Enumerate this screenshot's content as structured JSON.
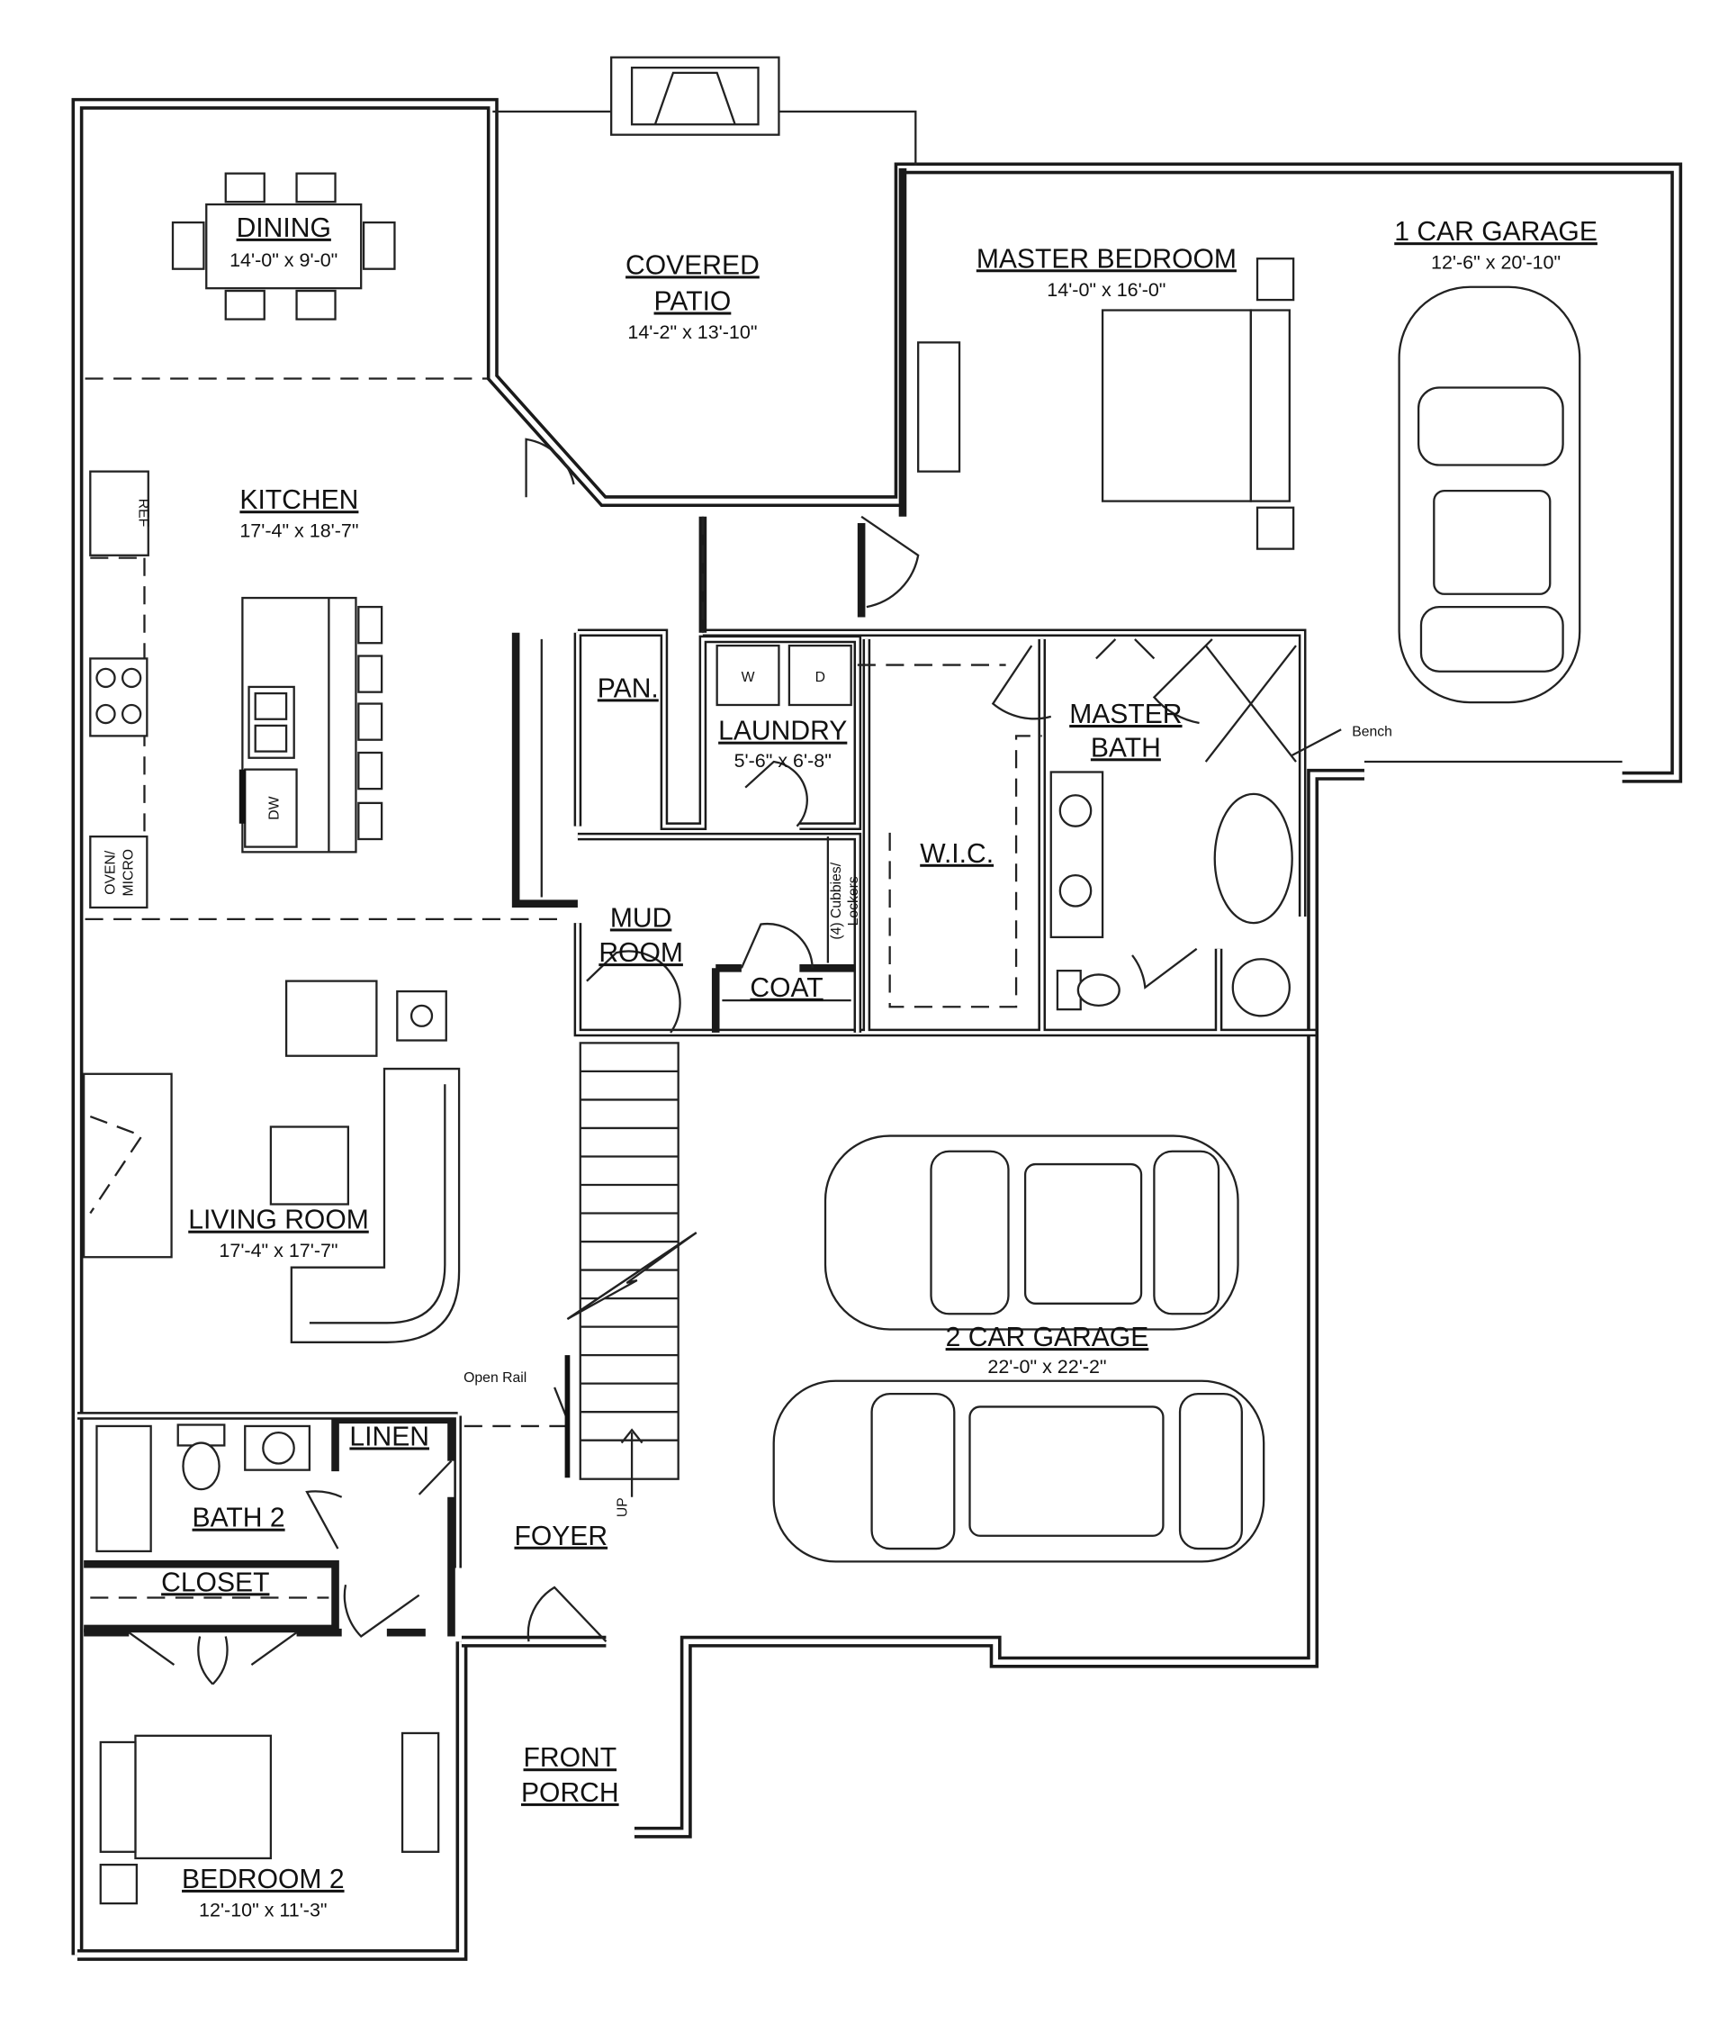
{
  "rooms": {
    "dining": {
      "name": "DINING",
      "dims": "14'-0\" x 9'-0\""
    },
    "patio": {
      "name1": "COVERED",
      "name2": "PATIO",
      "dims": "14'-2\" x 13'-10\""
    },
    "master_bedroom": {
      "name": "MASTER BEDROOM",
      "dims": "14'-0\" x 16'-0\""
    },
    "garage1": {
      "name": "1 CAR GARAGE",
      "dims": "12'-6\" x 20'-10\""
    },
    "kitchen": {
      "name": "KITCHEN",
      "dims": "17'-4\" x 18'-7\""
    },
    "pantry": {
      "name": "PAN."
    },
    "laundry": {
      "name": "LAUNDRY",
      "dims": "5'-6\" x 6'-8\""
    },
    "master_bath": {
      "name1": "MASTER",
      "name2": "BATH"
    },
    "wic": {
      "name": "W.I.C."
    },
    "mud_room": {
      "name1": "MUD",
      "name2": "ROOM"
    },
    "coat": {
      "name": "COAT"
    },
    "living": {
      "name": "LIVING ROOM",
      "dims": "17'-4\" x 17'-7\""
    },
    "garage2": {
      "name": "2 CAR GARAGE",
      "dims": "22'-0\" x 22'-2\""
    },
    "linen": {
      "name": "LINEN"
    },
    "bath2": {
      "name": "BATH 2"
    },
    "foyer": {
      "name": "FOYER"
    },
    "closet": {
      "name": "CLOSET"
    },
    "front_porch": {
      "name1": "FRONT",
      "name2": "PORCH"
    },
    "bedroom2": {
      "name": "BEDROOM 2",
      "dims": "12'-10\" x 11'-3\""
    }
  },
  "annotations": {
    "ref": "REF",
    "dw": "DW",
    "oven": "OVEN/",
    "micro": "MICRO",
    "washer": "W",
    "dryer": "D",
    "bench": "Bench",
    "cubbies1": "(4) Cubbies/",
    "cubbies2": "Lockers",
    "open_rail": "Open Rail",
    "up": "UP"
  }
}
